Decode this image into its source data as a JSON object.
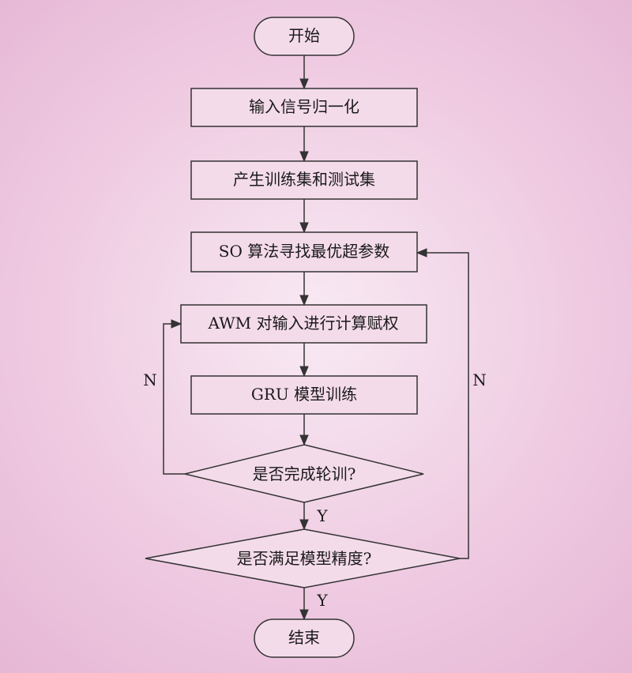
{
  "flowchart": {
    "start": "开始",
    "normalize": "输入信号归一化",
    "split_sets": "产生训练集和测试集",
    "so_search": "SO 算法寻找最优超参数",
    "awm_weight": "AWM 对输入进行计算赋权",
    "gru_train": "GRU 模型训练",
    "decision_epoch": "是否完成轮训?",
    "decision_accuracy": "是否满足模型精度?",
    "end": "结束",
    "label_no_left": "N",
    "label_no_right": "N",
    "label_yes_1": "Y",
    "label_yes_2": "Y"
  },
  "colors": {
    "background": "#efcbe2",
    "node_fill": "#f4dbea",
    "stroke": "#333333",
    "text": "#1a1a1a"
  }
}
